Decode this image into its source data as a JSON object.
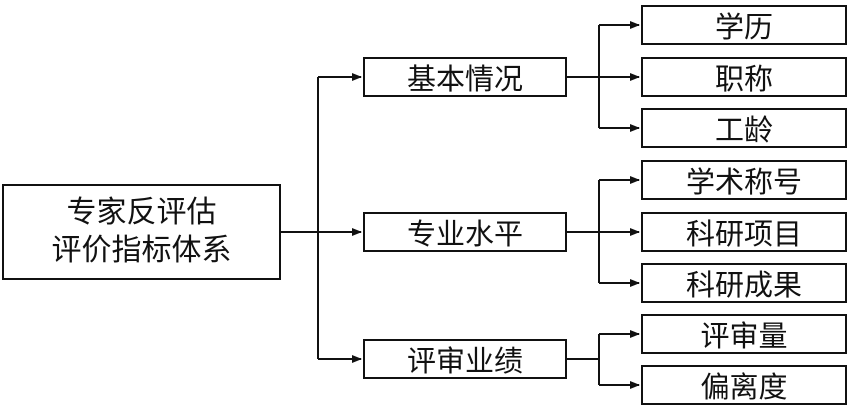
{
  "root": {
    "line1": "专家反评估",
    "line2": "评价指标体系"
  },
  "categories": [
    {
      "label": "基本情况",
      "children": [
        "学历",
        "职称",
        "工龄"
      ]
    },
    {
      "label": "专业水平",
      "children": [
        "学术称号",
        "科研项目",
        "科研成果"
      ]
    },
    {
      "label": "评审业绩",
      "children": [
        "评审量",
        "偏离度"
      ]
    }
  ]
}
